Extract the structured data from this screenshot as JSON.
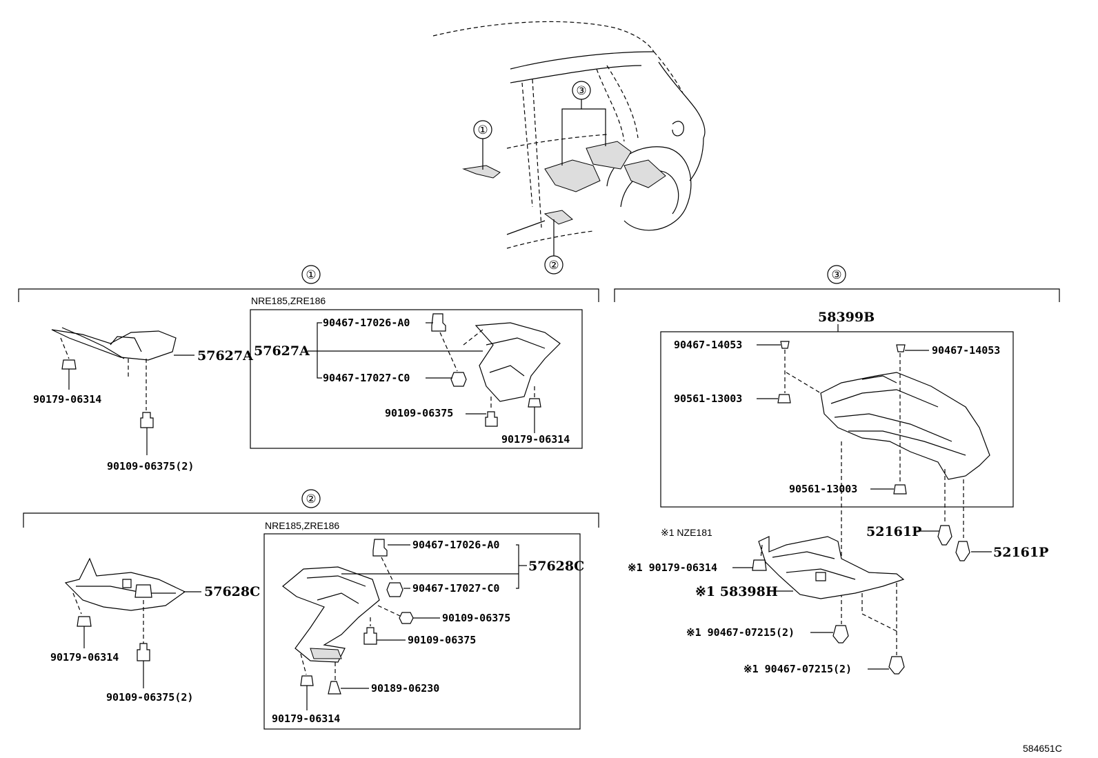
{
  "callouts": {
    "one": "①",
    "two": "②",
    "three": "③"
  },
  "section1": {
    "variant": "NRE185,ZRE186",
    "left": {
      "cover": "57627A",
      "nut": "90179-06314",
      "bolt": "90109-06375(2)"
    },
    "box": {
      "cover": "57627A",
      "clip_a": "90467-17026-A0",
      "clip_c": "90467-17027-C0",
      "bolt": "90109-06375",
      "nut": "90179-06314"
    }
  },
  "section2": {
    "variant": "NRE185,ZRE186",
    "left": {
      "cover": "57628C",
      "nut": "90179-06314",
      "bolt": "90109-06375(2)"
    },
    "box": {
      "cover": "57628C",
      "clip_a": "90467-17026-A0",
      "clip_c": "90467-17027-C0",
      "bolt1": "90109-06375",
      "bolt2": "90109-06375",
      "grommet": "90189-06230",
      "nut": "90179-06314"
    }
  },
  "section3": {
    "assembly": "58399B",
    "clip_left": "90467-14053",
    "clip_right": "90467-14053",
    "nut_left": "90561-13003",
    "nut_bottom": "90561-13003",
    "note": "※1 NZE181",
    "cover_h": "※1 58398H",
    "nut_h": "※1 90179-06314",
    "clip_h1": "※1 90467-07215(2)",
    "clip_h2": "※1 90467-07215(2)",
    "pin1": "52161P",
    "pin2": "52161P"
  },
  "figure_code": "584651C"
}
